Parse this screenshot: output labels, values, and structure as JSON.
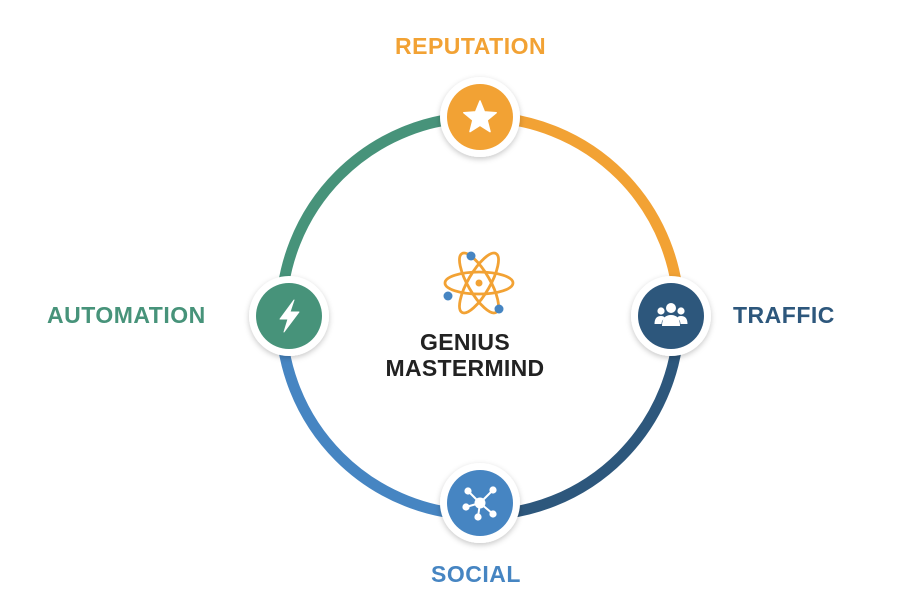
{
  "nodes": {
    "reputation": {
      "label": "REPUTATION",
      "color": "#F2A234",
      "icon": "star-icon"
    },
    "traffic": {
      "label": "TRAFFIC",
      "color": "#2D577C",
      "icon": "users-icon"
    },
    "social": {
      "label": "SOCIAL",
      "color": "#4685C2",
      "icon": "network-icon"
    },
    "automation": {
      "label": "AUTOMATION",
      "color": "#47937A",
      "icon": "lightning-icon"
    }
  },
  "center": {
    "line1": "GENIUS",
    "line2": "MASTERMIND",
    "logo_icon": "atom-icon",
    "logo_colors": {
      "orbit": "#F2A234",
      "electron": "#4685C2"
    }
  }
}
